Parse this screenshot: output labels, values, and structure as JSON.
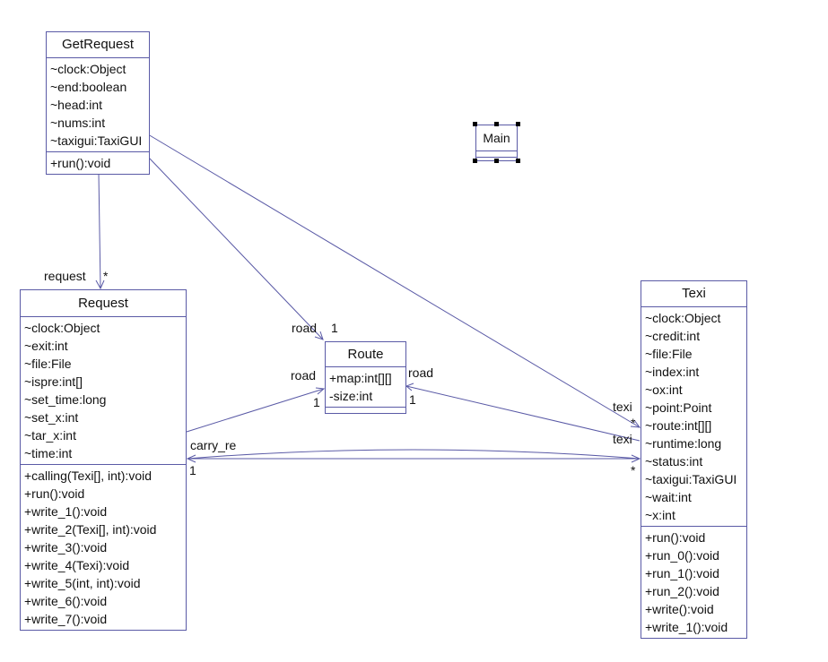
{
  "classes": {
    "getrequest": {
      "name": "GetRequest",
      "attributes": [
        "~clock:Object",
        "~end:boolean",
        "~head:int",
        "~nums:int",
        "~taxigui:TaxiGUI"
      ],
      "methods": [
        "+run():void"
      ]
    },
    "request": {
      "name": "Request",
      "attributes": [
        "~clock:Object",
        "~exit:int",
        "~file:File",
        "~ispre:int[]",
        "~set_time:long",
        "~set_x:int",
        "~tar_x:int",
        "~time:int"
      ],
      "methods": [
        "+calling(Texi[], int):void",
        "+run():void",
        "+write_1():void",
        "+write_2(Texi[], int):void",
        "+write_3():void",
        "+write_4(Texi):void",
        "+write_5(int, int):void",
        "+write_6():void",
        "+write_7():void"
      ]
    },
    "route": {
      "name": "Route",
      "attributes": [
        "+map:int[][]",
        "-size:int"
      ],
      "methods": []
    },
    "texi": {
      "name": "Texi",
      "attributes": [
        "~clock:Object",
        "~credit:int",
        "~file:File",
        "~index:int",
        "~ox:int",
        "~point:Point",
        "~route:int[][]",
        "~runtime:long",
        "~status:int",
        "~taxigui:TaxiGUI",
        "~wait:int",
        "~x:int"
      ],
      "methods": [
        "+run():void",
        "+run_0():void",
        "+run_1():void",
        "+run_2():void",
        "+write():void",
        "+write_1():void"
      ]
    },
    "main": {
      "name": "Main",
      "attributes": [],
      "methods": []
    }
  },
  "associations": {
    "getrequest_request": {
      "role": "request",
      "multiplicity": "*"
    },
    "getrequest_route": {
      "role": "road",
      "multiplicity": "1"
    },
    "getrequest_texi": {
      "role": "texi",
      "multiplicity": "*"
    },
    "request_route": {
      "role": "road",
      "multiplicity": "1"
    },
    "texi_route": {
      "role": "road",
      "multiplicity": "1",
      "source_role": "texi"
    },
    "request_texi": {
      "role_request": "carry_re",
      "multiplicity_request": "1",
      "multiplicity_texi": "*"
    }
  },
  "colors": {
    "line": "#5a5aa6"
  }
}
